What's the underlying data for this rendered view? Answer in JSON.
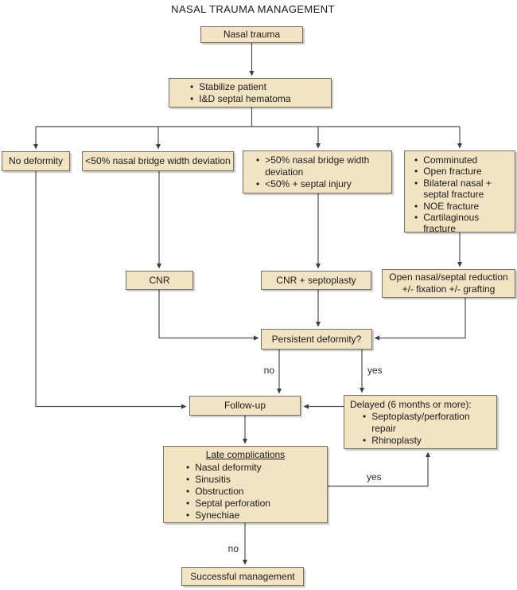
{
  "title": "NASAL TRAUMA MANAGEMENT",
  "colors": {
    "box_fill": "#f2e3c2",
    "box_border": "#77705e",
    "connector": "#4a4a4a",
    "text": "#1b1b1b",
    "background": "#ffffff"
  },
  "nodes": {
    "nasal_trauma": {
      "label": "Nasal trauma"
    },
    "stabilize": {
      "items": [
        "Stabilize patient",
        "I&D septal hematoma"
      ]
    },
    "no_deformity": {
      "label": "No deformity"
    },
    "deviation_lt50": {
      "label": "<50% nasal bridge width deviation"
    },
    "deviation_gt50": {
      "items": [
        ">50% nasal bridge width deviation",
        "<50% + septal injury"
      ]
    },
    "complex_fracture": {
      "items": [
        "Comminuted",
        "Open fracture",
        "Bilateral nasal + septal fracture",
        "NOE fracture",
        "Cartilaginous fracture"
      ]
    },
    "cnr": {
      "label": "CNR"
    },
    "cnr_septoplasty": {
      "label": "CNR + septoplasty"
    },
    "open_reduction": {
      "lines": [
        "Open nasal/septal reduction",
        "+/- fixation +/- grafting"
      ]
    },
    "persistent_deformity": {
      "label": "Persistent deformity?"
    },
    "follow_up": {
      "label": "Follow-up"
    },
    "delayed": {
      "heading": "Delayed (6 months or more):",
      "items": [
        "Septoplasty/perforation repair",
        "Rhinoplasty"
      ]
    },
    "late_complications": {
      "heading": "Late complications",
      "items": [
        "Nasal deformity",
        "Sinusitis",
        "Obstruction",
        "Septal perforation",
        "Synechiae"
      ]
    },
    "successful": {
      "label": "Successful management"
    }
  },
  "edge_labels": {
    "persistent_no": "no",
    "persistent_yes": "yes",
    "late_yes": "yes",
    "late_no": "no"
  }
}
